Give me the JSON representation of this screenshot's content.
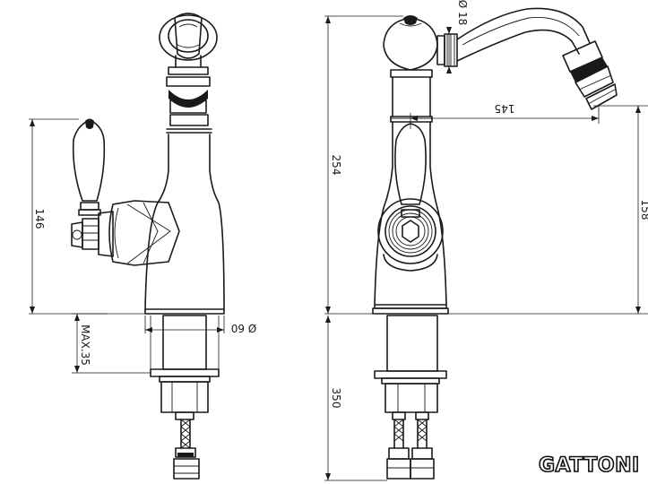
{
  "brand": {
    "logo_text": "GATTONI"
  },
  "dimensions": {
    "height_left": "146",
    "hole_diameter": "Ø 60",
    "max_deck": "MAX.35",
    "total_height": "254",
    "hose_length": "350",
    "spout_reach": "145",
    "spout_outlet_height": "158",
    "aerator_diameter": "Ø 18"
  }
}
